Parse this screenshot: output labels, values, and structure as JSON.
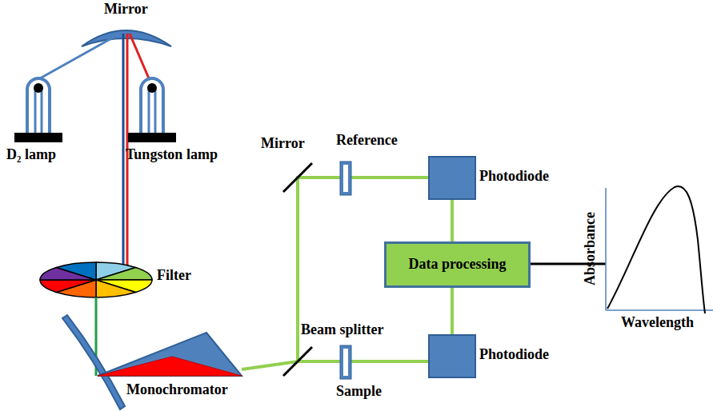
{
  "diagram": {
    "nodes": [
      {
        "text": [
          "Photodiode"
        ]
      },
      {
        "text": [
          "Data processing"
        ]
      },
      {
        "text": [
          "Photodiode"
        ]
      }
    ],
    "edges": [
      {
        "from": 0,
        "to": 1,
        "arrow": "none"
      },
      {
        "from": 1,
        "to": 2,
        "arrow": "none"
      }
    ],
    "labels": [
      "Mirror",
      "D₂ lamp",
      "Tungston lamp",
      "Filter",
      "Monochromator",
      "Mirror",
      "Reference",
      "Beam splitter",
      "Sample",
      "Absorbance",
      "Wavelength"
    ]
  }
}
